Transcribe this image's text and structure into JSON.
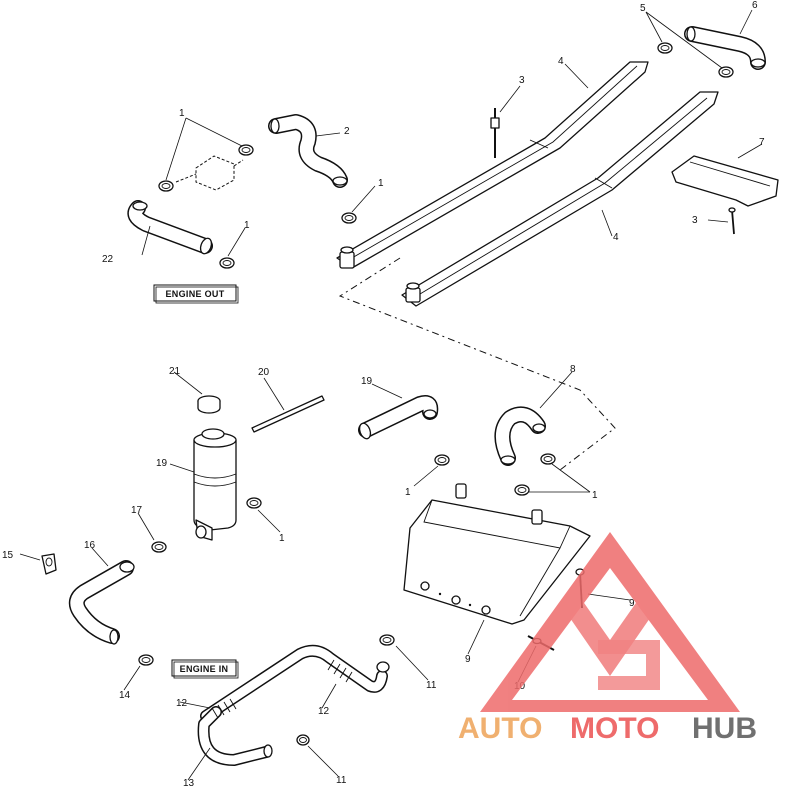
{
  "diagram": {
    "boxes": {
      "engine_out": "ENGINE OUT",
      "engine_in": "ENGINE IN"
    },
    "callouts": {
      "p1_top": "1",
      "p2": "2",
      "p1_b": "1",
      "p1_c": "1",
      "p22": "22",
      "p3_top": "3",
      "p4_top": "4",
      "p4_low": "4",
      "p5": "5",
      "p6": "6",
      "p7": "7",
      "p3_right": "3",
      "p21": "21",
      "p20": "20",
      "p19_left": "19",
      "p19_right": "19",
      "p8": "8",
      "p1_d": "1",
      "p1_e": "1",
      "p1_f": "1",
      "p17": "17",
      "p15": "15",
      "p16": "16",
      "p14": "14",
      "p9_right": "9",
      "p9_low": "9",
      "p10": "10",
      "p11_top": "11",
      "p11_low": "11",
      "p12_left": "12",
      "p12_right": "12",
      "p13": "13"
    },
    "watermark": {
      "part1": "AUTO",
      "part2": "MOTO",
      "part3": "HUB",
      "color_primary": "#ee6b6b",
      "color_secondary": "#f0b070",
      "color_text": "#707070"
    }
  }
}
